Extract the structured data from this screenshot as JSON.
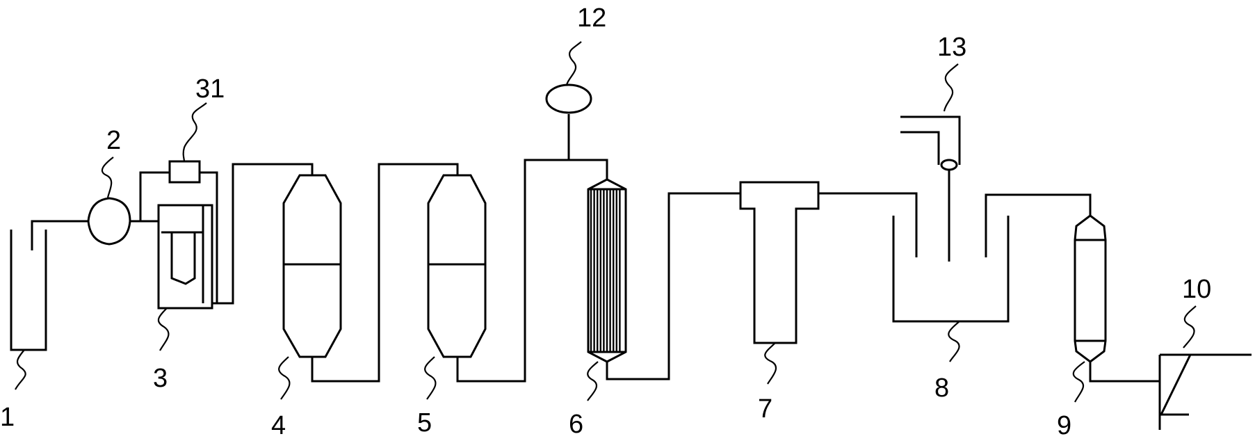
{
  "labels": {
    "l1": "1",
    "l2": "2",
    "l3": "3",
    "l31": "31",
    "l4": "4",
    "l5": "5",
    "l6": "6",
    "l7": "7",
    "l8": "8",
    "l9": "9",
    "l10": "10",
    "l12": "12",
    "l13": "13"
  },
  "colors": {
    "stroke": "#000000",
    "background": "#ffffff"
  }
}
